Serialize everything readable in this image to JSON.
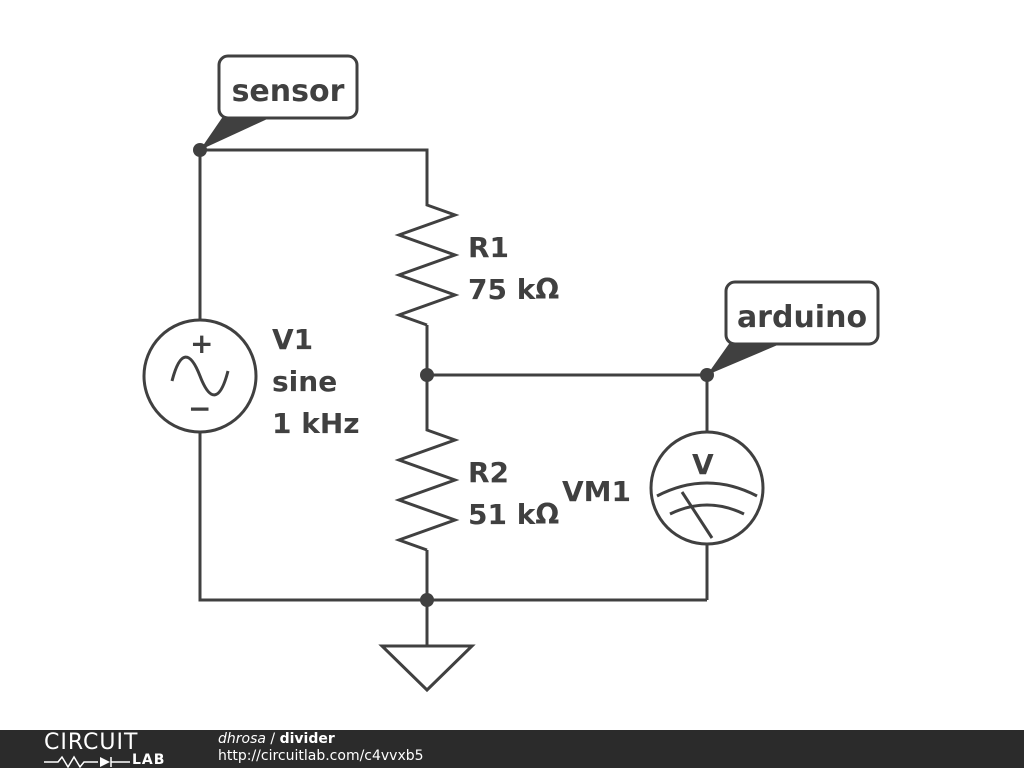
{
  "schematic": {
    "net_labels": {
      "sensor": "sensor",
      "arduino": "arduino"
    },
    "components": {
      "v1": {
        "ref": "V1",
        "type": "sine",
        "freq": "1 kHz",
        "plus": "+",
        "minus": "−"
      },
      "r1": {
        "ref": "R1",
        "value": "75 kΩ"
      },
      "r2": {
        "ref": "R2",
        "value": "51 kΩ"
      },
      "vm1": {
        "ref": "VM1",
        "symbol": "V"
      }
    },
    "icons": [
      "ground-icon",
      "sine-source-icon",
      "voltmeter-icon",
      "resistor-icon"
    ],
    "colors": {
      "ink": "#404040",
      "footer": "#2b2b2b"
    }
  },
  "footer": {
    "logo_top": "CIRCUIT",
    "logo_bottom": "LAB",
    "author": "dhrosa",
    "separator": " / ",
    "title": "divider",
    "url": "http://circuitlab.com/c4vvxb5"
  }
}
